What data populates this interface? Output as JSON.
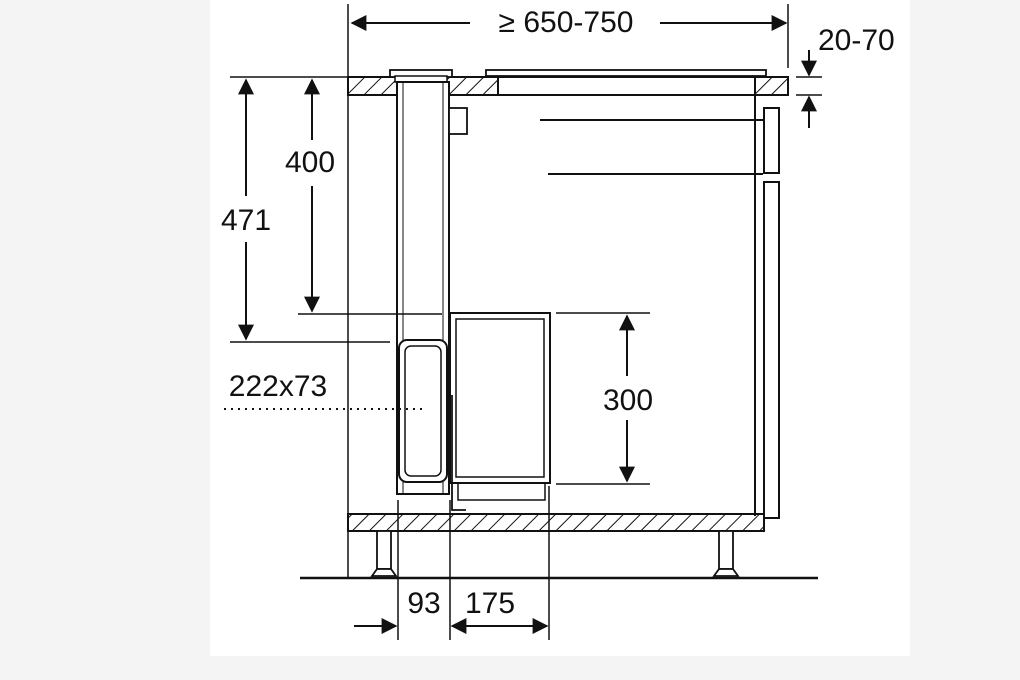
{
  "diagram": {
    "dimensions": {
      "width_range": "≥ 650-750",
      "worktop_thickness": "20-70",
      "height_outer": "471",
      "height_inner": "400",
      "duct_size": "222x73",
      "drawer_height": "300",
      "offset_left": "93",
      "offset_right": "175"
    }
  },
  "colors": {
    "line": "#111111",
    "hatch": "#111111",
    "background": "#ffffff"
  }
}
